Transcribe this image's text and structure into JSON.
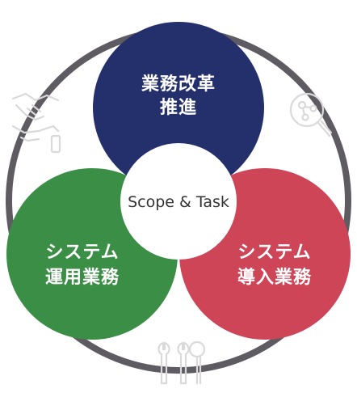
{
  "colors": {
    "outer_ring": "#5e5b63",
    "top_circle": "#24306b",
    "left_circle": "#3b8e45",
    "right_circle": "#ce4558",
    "center_circle": "#ffffff",
    "label_text": "#ffffff",
    "center_text": "#333333",
    "icon_stroke": "#d9d9d9"
  },
  "diagram": {
    "center_label": "Scope & Task",
    "circles": {
      "top": {
        "line1": "業務改革",
        "line2": "推進"
      },
      "left": {
        "line1": "システム",
        "line2": "運用業務"
      },
      "right": {
        "line1": "システム",
        "line2": "導入業務"
      }
    }
  },
  "icons": {
    "upper_left": "handshake-icon",
    "upper_right": "magnifier-network-icon",
    "bottom": "wrench-tools-icon"
  }
}
